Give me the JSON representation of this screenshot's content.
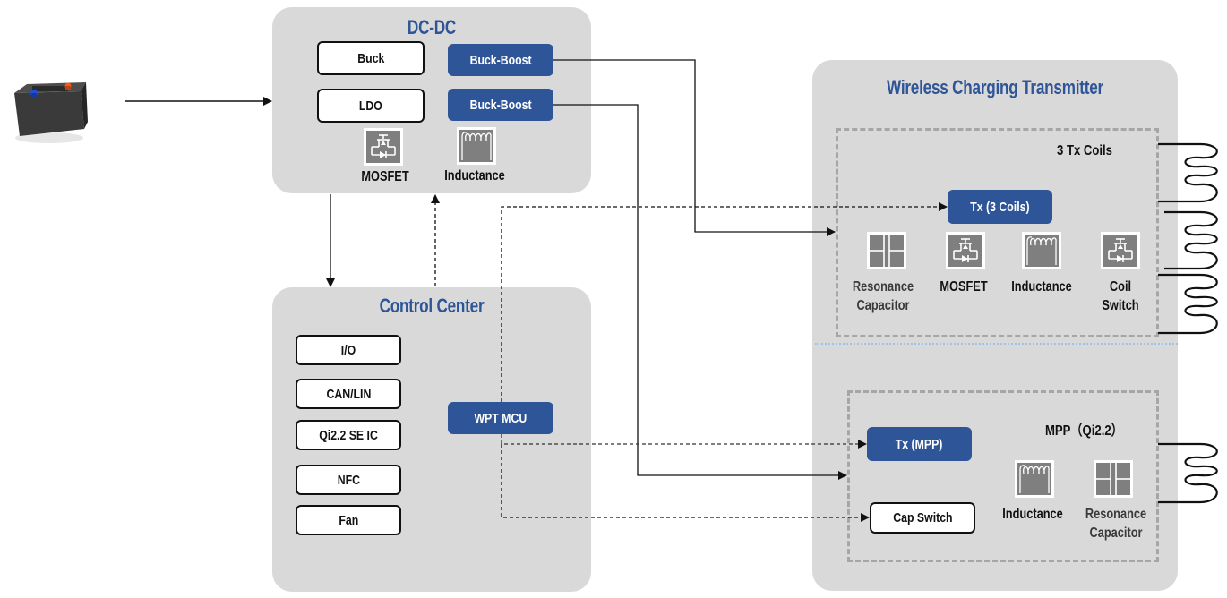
{
  "source": {
    "name": "battery",
    "icon": "car-battery-icon"
  },
  "dcdc": {
    "title": "DC-DC",
    "buck": "Buck",
    "ldo": "LDO",
    "buck_boost_1": "Buck-Boost",
    "buck_boost_2": "Buck-Boost",
    "mosfet_label": "MOSFET",
    "inductance_label": "Inductance"
  },
  "control_center": {
    "title": "Control Center",
    "items": [
      "I/O",
      "CAN/LIN",
      "Qi2.2 SE IC",
      "NFC",
      "Fan"
    ],
    "mcu": "WPT MCU"
  },
  "transmitter": {
    "title": "Wireless Charging Transmitter",
    "tx3": {
      "note": "3 Tx Coils",
      "block": "Tx (3 Coils)",
      "components": [
        {
          "label_line1": "Resonance",
          "label_line2": "Capacitor",
          "icon": "capacitor-icon"
        },
        {
          "label_line1": "MOSFET",
          "label_line2": "",
          "icon": "mosfet-icon"
        },
        {
          "label_line1": "Inductance",
          "label_line2": "",
          "icon": "inductor-icon"
        },
        {
          "label_line1": "Coil",
          "label_line2": "Switch",
          "icon": "mosfet-icon"
        }
      ],
      "coil_count": 3
    },
    "mpp": {
      "note": "MPP（Qi2.2）",
      "block": "Tx (MPP)",
      "cap_switch": "Cap Switch",
      "components": [
        {
          "label_line1": "Inductance",
          "label_line2": "",
          "icon": "inductor-icon"
        },
        {
          "label_line1": "Resonance",
          "label_line2": "Capacitor",
          "icon": "capacitor-icon"
        }
      ],
      "coil_count": 1
    }
  },
  "colors": {
    "accent_blue": "#2e5597",
    "panel_grey": "#d9d9d9",
    "icon_grey": "#7f7f7f",
    "dash_grey": "#a6a6a6",
    "divider_blue": "#9dc3e6"
  }
}
